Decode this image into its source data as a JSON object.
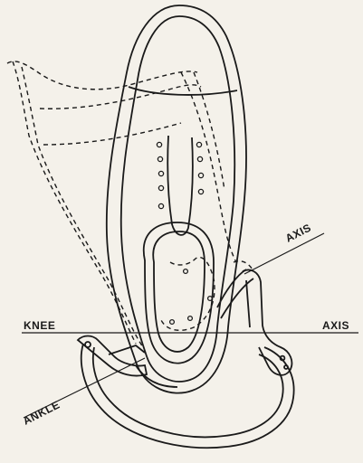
{
  "labels": {
    "axis_upper": "AXIS",
    "knee": "KNEE",
    "axis_right": "AXIS",
    "ankle": "ANKLE"
  },
  "colors": {
    "paper": "#f4f1ea",
    "ink": "#1a1a1a"
  },
  "icons": {
    "eyelets": "circle-icons"
  }
}
